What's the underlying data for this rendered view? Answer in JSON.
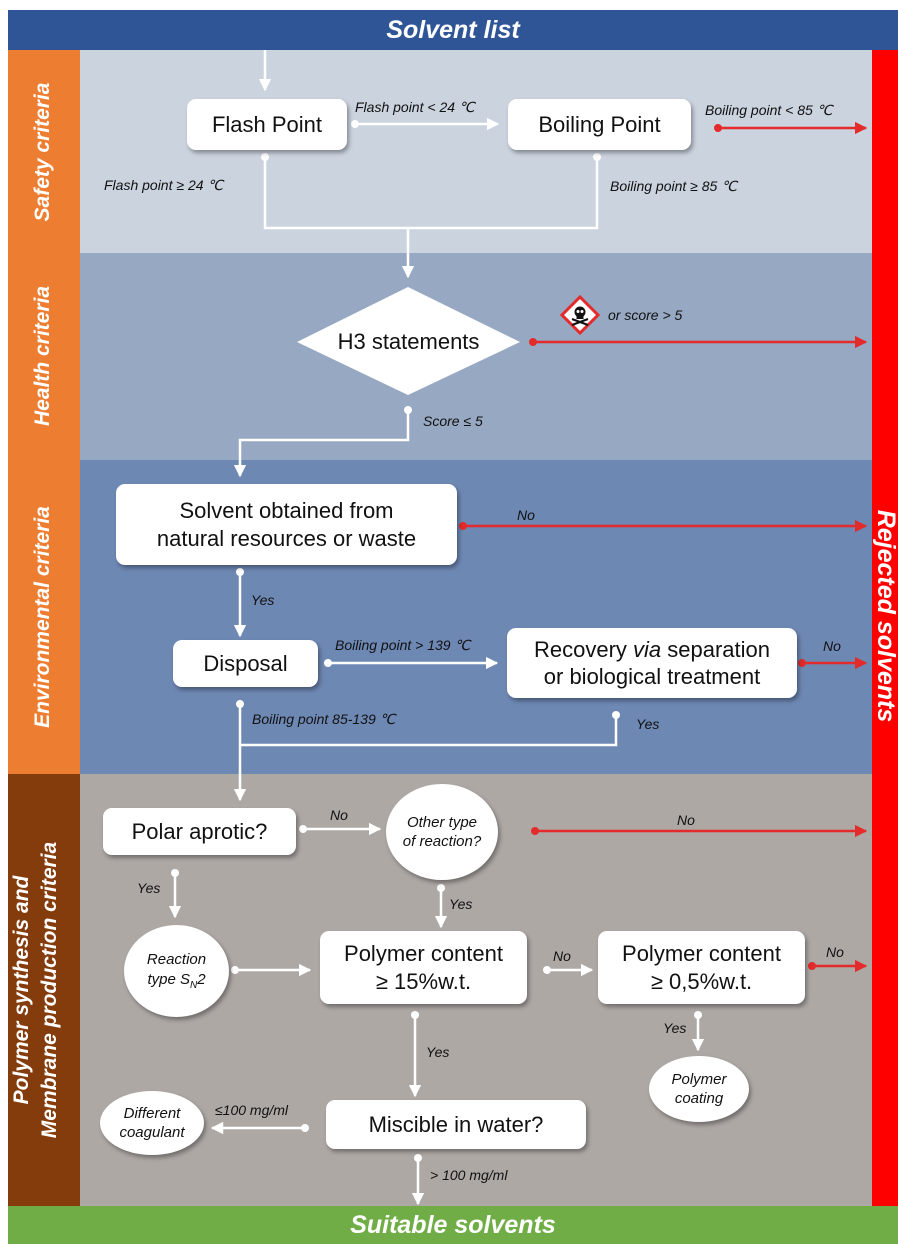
{
  "colors": {
    "header_blue": "#2F5597",
    "safety_bg": "#CBD3DF",
    "health_bg": "#97A8C2",
    "environmental_bg": "#6E88B4",
    "polymer_bg": "#AEA8A5",
    "side_orange": "#ED7D31",
    "side_brown": "#843C0C",
    "rejected_red": "#FF0000",
    "suitable_green": "#70AD47",
    "reject_arrow": "#E32B2B"
  },
  "header": {
    "title": "Solvent list"
  },
  "footer": {
    "title": "Suitable solvents"
  },
  "rejected": {
    "label": "Rejected solvents"
  },
  "sections": {
    "safety": "Safety criteria",
    "health": "Health criteria",
    "environmental": "Environmental criteria",
    "polymer_line1": "Polymer synthesis and",
    "polymer_line2": "Membrane production criteria"
  },
  "nodes": {
    "flash_point": "Flash Point",
    "boiling_point": "Boiling Point",
    "h3": "H3 statements",
    "natural_line1": "Solvent obtained from",
    "natural_line2": "natural resources or waste",
    "disposal": "Disposal",
    "recovery_pre": "Recovery ",
    "recovery_via": "via",
    "recovery_post": " separation",
    "recovery_line2": "or biological treatment",
    "polar_aprotic": "Polar aprotic?",
    "other_type_line1": "Other type",
    "other_type_line2": "of reaction?",
    "reaction_line1": "Reaction",
    "reaction_type": "type S",
    "reaction_sub": "N",
    "reaction_suffix": "2",
    "polymer15_line1": "Polymer content",
    "polymer15_line2": "≥ 15%w.t.",
    "polymer05_line1": "Polymer content",
    "polymer05_line2": "≥ 0,5%w.t.",
    "polymer_coating_line1": "Polymer",
    "polymer_coating_line2": "coating",
    "miscible": "Miscible in water?",
    "different_line1": "Different",
    "different_line2": "coagulant"
  },
  "labels": {
    "flash_lt": "Flash point < 24 ℃",
    "boiling_lt": "Boiling point < 85 ℃",
    "flash_ge": "Flash point ≥ 24 ℃",
    "boiling_ge": "Boiling point ≥ 85 ℃",
    "score_gt": "or score > 5",
    "score_le": "Score ≤ 5",
    "no_natural": "No",
    "yes_natural": "Yes",
    "bp_gt139": "Boiling point > 139 ℃",
    "no_recovery": "No",
    "bp_85_139": "Boiling point 85-139 ℃",
    "yes_recovery": "Yes",
    "no_polar": "No",
    "no_other": "No",
    "yes_polar": "Yes",
    "yes_other": "Yes",
    "no_polymer15": "No",
    "no_polymer05": "No",
    "yes_polymer05": "Yes",
    "yes_polymer15": "Yes",
    "le100": "≤100 mg/ml",
    "gt100": "> 100 mg/ml"
  },
  "icons": {
    "hazard": "skull-crossbones-icon"
  }
}
